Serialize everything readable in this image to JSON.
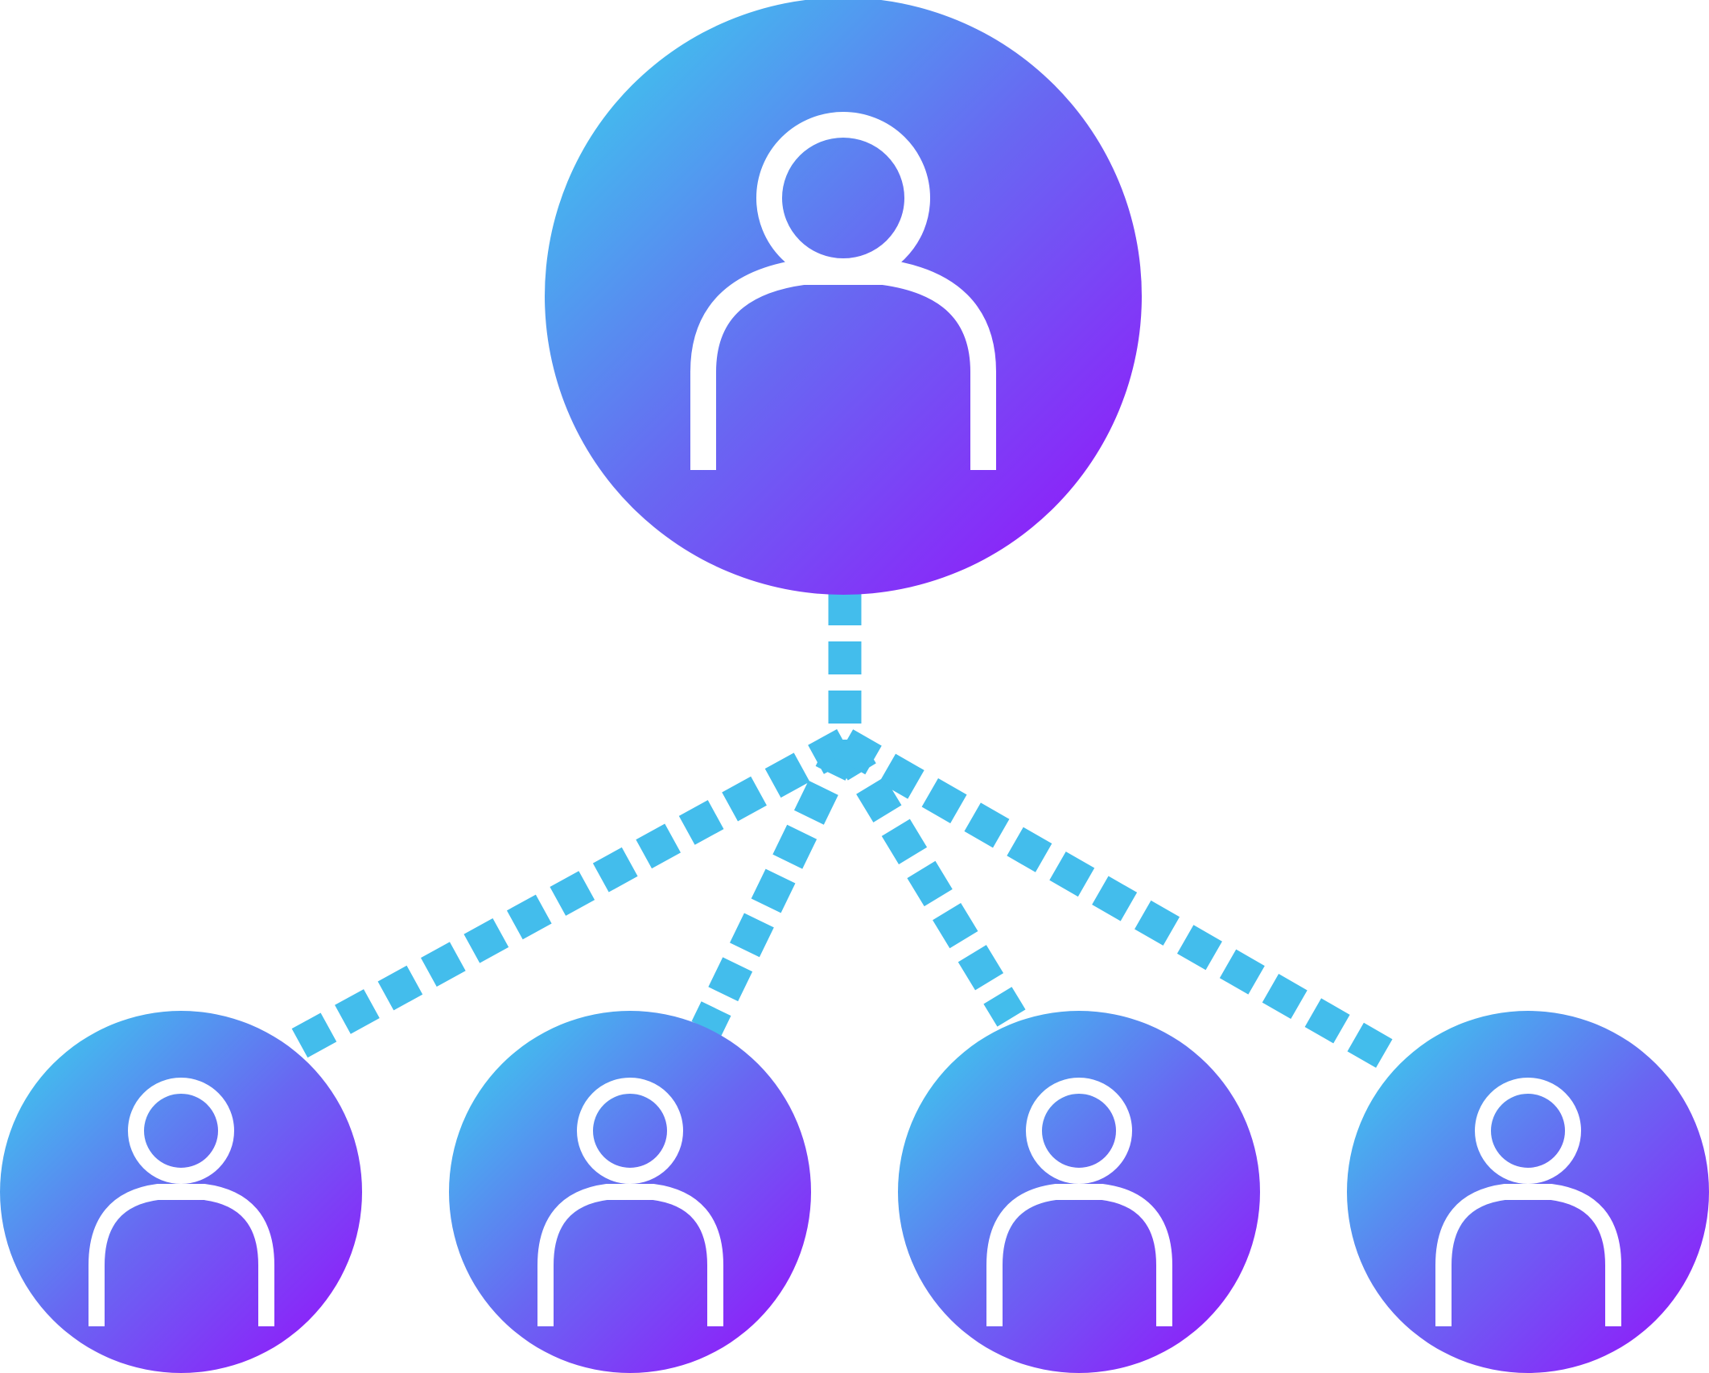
{
  "diagram": {
    "type": "hierarchy",
    "root": {
      "name": "manager",
      "icon": "user-icon"
    },
    "children": [
      {
        "name": "member-1",
        "icon": "user-icon"
      },
      {
        "name": "member-2",
        "icon": "user-icon"
      },
      {
        "name": "member-3",
        "icon": "user-icon"
      },
      {
        "name": "member-4",
        "icon": "user-icon"
      }
    ],
    "connector_style": "dashed"
  },
  "colors": {
    "gradient_start": "#42BDEE",
    "gradient_mid": "#6868F2",
    "gradient_end": "#8F1CFA",
    "connector": "#43BDEC",
    "icon_stroke": "#FFFFFF",
    "background": "#FFFFFF"
  }
}
